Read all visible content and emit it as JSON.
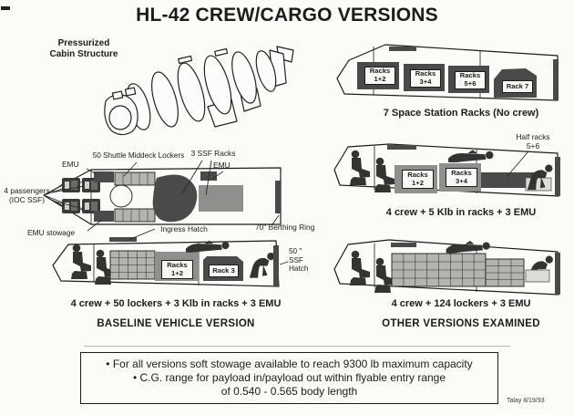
{
  "title": "HL-42 CREW/CARGO VERSIONS",
  "cabin": {
    "label": "Pressurized\nCabin Structure"
  },
  "station": {
    "rack12": "Racks\n1+2",
    "rack34": "Racks\n3+4",
    "rack56": "Racks\n5+6",
    "rack7": "Rack 7",
    "caption": "7 Space Station Racks (No crew)"
  },
  "topview": {
    "emu_left": "EMU",
    "lockers": "50 Shuttle Middeck Lockers",
    "ssf_racks": "3 SSF Racks",
    "emu_right": "EMU",
    "passengers": "4 passengers\n(IOC SSF)",
    "emu_stowage": "EMU stowage",
    "ingress_hatch": "Ingress Hatch",
    "berthing_ring": "70\" Berthing Ring"
  },
  "baseline": {
    "rack12": "Racks\n1+2",
    "rack3": "Rack 3",
    "ssf_hatch": "50 \"\nSSF\nHatch",
    "caption": "4 crew + 50 lockers + 3 Klb in racks + 3 EMU",
    "heading": "BASELINE VEHICLE VERSION"
  },
  "racks_version": {
    "rack12": "Racks\n1+2",
    "rack34": "Racks\n3+4",
    "half_racks": "Half racks\n5+6",
    "caption": "4 crew + 5 Klb in racks + 3 EMU"
  },
  "lockers_version": {
    "caption": "4 crew + 124 lockers + 3 EMU",
    "heading": "OTHER VERSIONS EXAMINED"
  },
  "notes": {
    "line1": "•  For all versions soft stowage available to reach 9300 lb maximum capacity",
    "line2": "•  C.G. range for payload in/payload out within flyable entry range",
    "line3": "of 0.540 - 0.565 body length"
  },
  "credit": "Talay 8/19/93",
  "colors": {
    "paper": "#fbfbf8",
    "ink": "#1c1c1c",
    "rack_dark": "#4a4a4a",
    "rack_mid": "#8f8f8d",
    "locker_fill": "#b3b3b0",
    "figure": "#333331",
    "label_box": "#f8f8f5"
  }
}
